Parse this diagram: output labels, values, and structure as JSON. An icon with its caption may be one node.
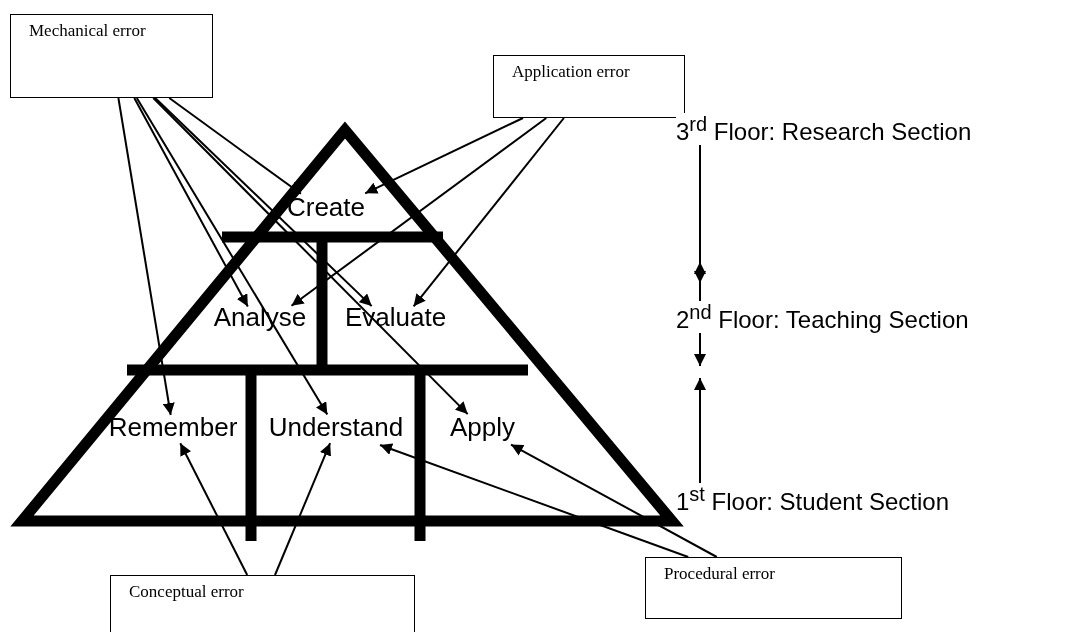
{
  "diagram": {
    "nodes": [
      {
        "text": [
          "Mechanical error"
        ]
      },
      {
        "text": [
          "Application error"
        ]
      },
      {
        "text": [
          "Create"
        ]
      },
      {
        "text": [
          "Analyse"
        ]
      },
      {
        "text": [
          "Evaluate"
        ]
      },
      {
        "text": [
          "Remember"
        ]
      },
      {
        "text": [
          "Understand"
        ]
      },
      {
        "text": [
          "Apply"
        ]
      },
      {
        "text": [
          "Conceptual error"
        ]
      },
      {
        "text": [
          "Procedural error"
        ]
      }
    ],
    "edges": [
      {
        "from": 0,
        "to": 5,
        "arrow": "to"
      },
      {
        "from": 0,
        "to": 6,
        "arrow": "to"
      },
      {
        "from": 0,
        "to": 3,
        "arrow": "to"
      },
      {
        "from": 0,
        "to": 2,
        "arrow": "to"
      },
      {
        "from": 0,
        "to": 4,
        "arrow": "to"
      },
      {
        "from": 0,
        "to": 7,
        "arrow": "to"
      },
      {
        "from": 1,
        "to": 2,
        "arrow": "to"
      },
      {
        "from": 1,
        "to": 4,
        "arrow": "to"
      },
      {
        "from": 1,
        "to": 3,
        "arrow": "to"
      },
      {
        "from": 8,
        "to": 5,
        "arrow": "to"
      },
      {
        "from": 8,
        "to": 6,
        "arrow": "to"
      },
      {
        "from": 9,
        "to": 6,
        "arrow": "to"
      },
      {
        "from": 9,
        "to": 7,
        "arrow": "to"
      }
    ],
    "labels": [
      "3$^{rd}$ Floor: Research Section",
      "2$^{nd}$ Floor: Teaching Section",
      "1$^{st}$ Floor: Student Section"
    ]
  }
}
